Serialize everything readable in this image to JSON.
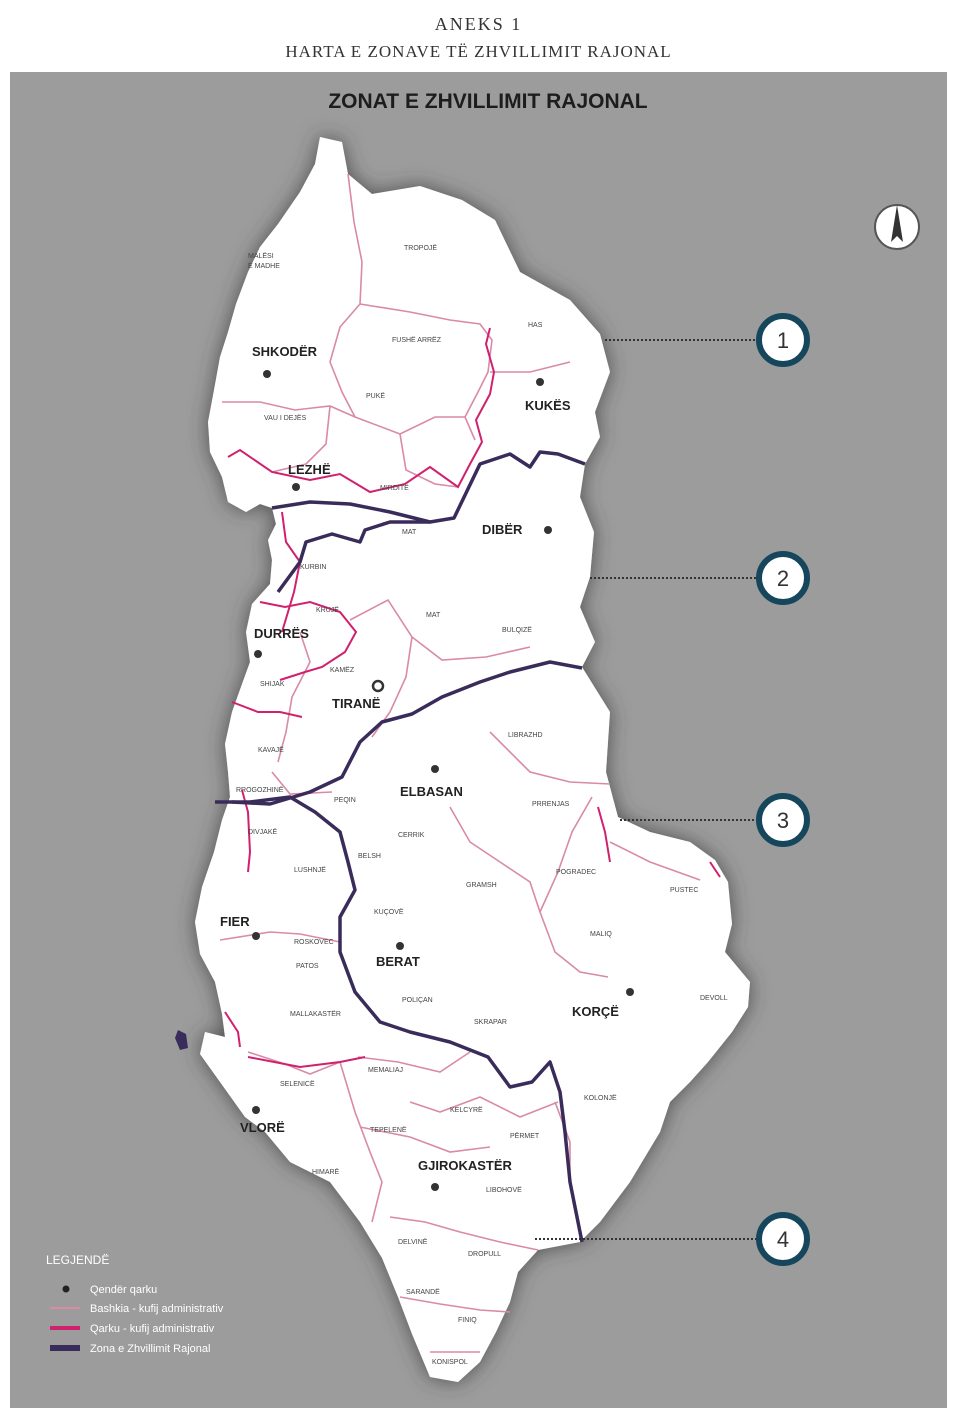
{
  "header": {
    "annex": "ANEKS 1",
    "subtitle": "HARTA E ZONAVE TË ZHVILLIMIT RAJONAL"
  },
  "map": {
    "title": "ZONAT E ZHVILLIMIT RAJONAL",
    "qark_centers": {
      "shkoder": "SHKODËR",
      "kukes": "KUKËS",
      "lezhe": "LEZHË",
      "diber": "DIBËR",
      "durres": "DURRËS",
      "tirane": "TIRANË",
      "elbasan": "ELBASAN",
      "fier": "FIER",
      "berat": "BERAT",
      "korce": "KORÇË",
      "vlore": "VLORË",
      "gjirokaster": "GJIROKASTËR"
    },
    "municipalities": {
      "malesi_e_madhe_1": "MALËSI",
      "malesi_e_madhe_2": "E MADHE",
      "tropoje": "TROPOJË",
      "has": "HAS",
      "fushe_arrez": "FUSHË ARRËZ",
      "puke": "PUKË",
      "vau_dejes": "VAU I DEJËS",
      "mirdite": "MIRDITË",
      "kurbin": "KURBIN",
      "mat": "MAT",
      "kruje": "KRUJË",
      "mat2": "MAT",
      "bulqize": "BULQIZË",
      "shijak": "SHIJAK",
      "kamez": "KAMËZ",
      "kavaje": "KAVAJË",
      "rrogozhine": "RROGOZHINË",
      "peqin": "PEQIN",
      "librazhd": "LIBRAZHD",
      "prrenjas": "PRRENJAS",
      "cerrik": "CERRIK",
      "belsh": "BELSH",
      "gramsh": "GRAMSH",
      "pogradec": "POGRADEC",
      "divjake": "DIVJAKË",
      "lushnje": "LUSHNJË",
      "kucove": "KUÇOVË",
      "roskovec": "ROSKOVEC",
      "patos": "PATOS",
      "maliq": "MALIQ",
      "pustec": "PUSTEC",
      "devoll": "DEVOLL",
      "polican": "POLIÇAN",
      "skrapar": "SKRAPAR",
      "mallakaster": "MALLAKASTËR",
      "selenice": "SELENICË",
      "memaliaj": "MEMALIAJ",
      "kelcyre": "KELCYRË",
      "permet": "PËRMET",
      "tepelene": "TEPELENË",
      "kolonje": "KOLONJË",
      "himare": "HIMARË",
      "libohove": "LIBOHOVË",
      "delvine": "DELVINË",
      "dropull": "DROPULL",
      "sarande": "SARANDË",
      "finiq": "FINIQ",
      "konispol": "KONISPOL"
    },
    "zones": [
      "1",
      "2",
      "3",
      "4"
    ],
    "legend": {
      "title": "LEGJENDË",
      "items": [
        "Qendër qarku",
        "Bashkia - kufij administrativ",
        "Qarku - kufij administrativ",
        "Zona e Zhvillimit Rajonal"
      ]
    },
    "colors": {
      "background": "#9c9c9c",
      "land": "#ffffff",
      "municipal_border": "#d98aa6",
      "qark_border": "#d0216f",
      "zone_border": "#3a2c5a",
      "zone_marker": "#16465c"
    },
    "icons": [
      "north-arrow-icon",
      "qark-center-dot-icon"
    ]
  }
}
